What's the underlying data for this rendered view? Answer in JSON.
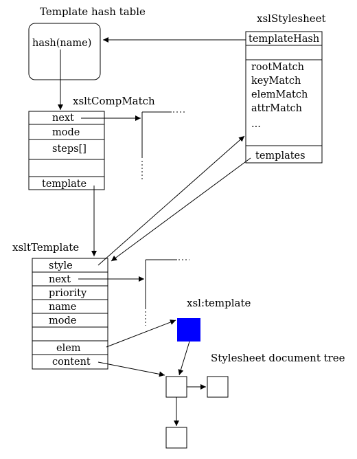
{
  "titles": {
    "hash_table": "Template hash table",
    "stylesheet": "xslStylesheet",
    "comp_match": "xsltCompMatch",
    "template": "xsltTemplate",
    "xsl_template": "xsl:template",
    "doc_tree": "Stylesheet document tree"
  },
  "hash_table": {
    "entry": "hash(name)"
  },
  "stylesheet": {
    "fields": [
      "templateHash",
      "",
      "rootMatch",
      "keyMatch",
      "elemMatch",
      "attrMatch",
      "...",
      "templates"
    ]
  },
  "comp_match": {
    "fields": [
      "next",
      "mode",
      "steps[]",
      "",
      "template"
    ]
  },
  "template": {
    "fields": [
      "style",
      "next",
      "priority",
      "name",
      "mode",
      "",
      "elem",
      "content"
    ]
  },
  "colors": {
    "xsl_template_node": "#0000ff",
    "line": "#000000"
  }
}
